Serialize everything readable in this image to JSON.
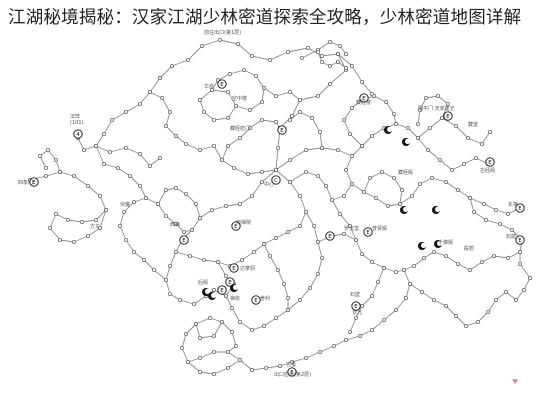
{
  "title": "江湖秘境揭秘：汉家江湖少林密道探索全攻略，少林密道地图详解",
  "map": {
    "top_label": "前往出口(第1层)",
    "labels": {
      "l1": "法阵\n(101)",
      "l2": "华泉",
      "l3": "空中楼",
      "l4": "四象门",
      "l5": "藏经密门",
      "l6": "藏经楼",
      "l7": "阳平门 天家建光",
      "l8": "古经阁",
      "l9": "藏室",
      "l10": "藏经殿",
      "l11": "东禅",
      "l12": "石窟",
      "l13": "西禅",
      "l14": "中心",
      "l15": "南禅院",
      "l16": "罗汉堂",
      "l17": "普贤殿",
      "l18": "达摩洞",
      "l19": "后殿",
      "l20": "舍利",
      "l21": "禅房",
      "l22": "石壁",
      "l23": "觉光",
      "l24": "古墓",
      "l25": "千佛殿",
      "l26": "般若",
      "l27": "伏魔",
      "l28": "方丈",
      "l29": "出口密道(第2层)"
    }
  },
  "colors": {
    "edge": "#8a8a8a",
    "node": "#6a6a6a",
    "icon": "#111111"
  }
}
